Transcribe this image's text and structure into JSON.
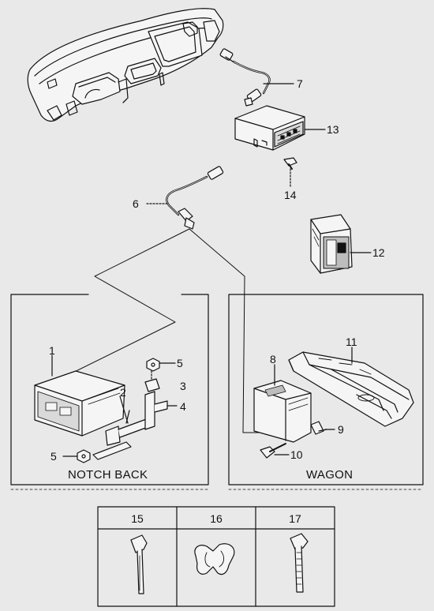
{
  "callouts": {
    "c1": "1",
    "c2": "2",
    "c3": "3",
    "c4": "4",
    "c5a": "5",
    "c5b": "5",
    "c6": "6",
    "c7": "7",
    "c8": "8",
    "c9": "9",
    "c10": "10",
    "c11": "11",
    "c12": "12",
    "c13": "13",
    "c14": "14"
  },
  "panels": {
    "left_label": "NOTCH BACK",
    "right_label": "WAGON"
  },
  "parts_table": {
    "headers": [
      "15",
      "16",
      "17"
    ]
  },
  "colors": {
    "ink": "#111111",
    "paper": "#e9e9e9",
    "part_fill": "#f5f5f5",
    "shade": "#bdbdbd"
  }
}
